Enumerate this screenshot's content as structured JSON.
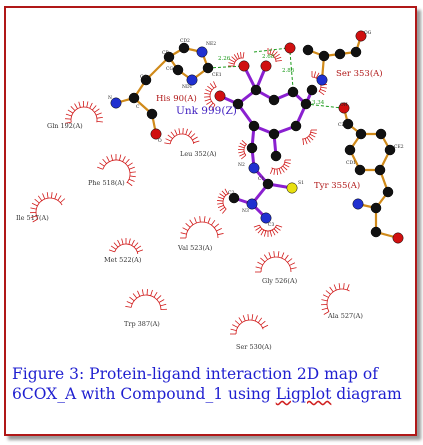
{
  "diagram": {
    "ligand_label": "Unk 999(Z)",
    "bonded_residues": [
      {
        "label": "His 90(A)"
      },
      {
        "label": "Ser 353(A)"
      },
      {
        "label": "Tyr 355(A)"
      }
    ],
    "hydrophobic_residues": [
      {
        "label": "Gln 192(A)"
      },
      {
        "label": "Leu 352(A)"
      },
      {
        "label": "Phe 518(A)"
      },
      {
        "label": "Ile 517(A)"
      },
      {
        "label": "Met 522(A)"
      },
      {
        "label": "Val 523(A)"
      },
      {
        "label": "Gly 526(A)"
      },
      {
        "label": "Trp 387(A)"
      },
      {
        "label": "Ala 527(A)"
      },
      {
        "label": "Ser 530(A)"
      }
    ],
    "hbond_distances": [
      "2.26",
      "2.68",
      "2.86",
      "3.34"
    ],
    "atom_labels": [
      "N",
      "OG",
      "C",
      "CA",
      "CB",
      "NE2",
      "CD2",
      "CG",
      "ND1",
      "CE1",
      "O",
      "OH",
      "CZ",
      "CE2",
      "CD1",
      "C1",
      "N2",
      "S1",
      "N3",
      "C2",
      "C3"
    ],
    "colors": {
      "frame": "#b01818",
      "caption": "#1f1fd0",
      "ligand_bond": "#8a20d0",
      "residue_bond": "#d08a1a",
      "hbond": "#1a9a1a",
      "carbon": "#111111",
      "oxygen": "#d01010",
      "nitrogen": "#2030d0",
      "sulfur": "#e8e010"
    }
  },
  "caption": {
    "part1": "Figure 3: Protein-ligand interaction 2D map of 6COX_A with Compound_1 using ",
    "underlined": "Ligplot",
    "part2": " dia­gram"
  }
}
